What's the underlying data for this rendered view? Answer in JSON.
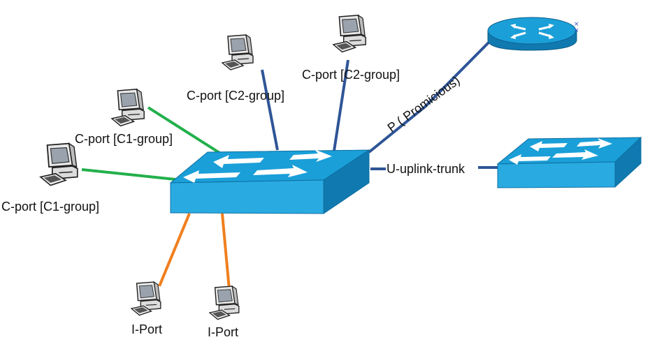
{
  "nodes": {
    "pc_c2_left": {
      "label": "C-port [C2-group]",
      "icon": "desktop-computer-icon"
    },
    "pc_c2_right": {
      "label": "C-port [C2-group]",
      "icon": "desktop-computer-icon"
    },
    "pc_c1_upper": {
      "label": "C-port [C1-group]",
      "icon": "desktop-computer-icon"
    },
    "pc_c1_lower": {
      "label": "C-port [C1-group]",
      "icon": "desktop-computer-icon"
    },
    "pc_i_left": {
      "label": "I-Port",
      "icon": "desktop-computer-icon"
    },
    "pc_i_right": {
      "label": "I-Port",
      "icon": "desktop-computer-icon"
    },
    "router": {
      "icon": "router-icon"
    },
    "main_switch": {
      "icon": "switch-icon"
    },
    "uplink_switch": {
      "icon": "switch-icon"
    }
  },
  "links": {
    "promiscuous": {
      "label": "P ( Promicious)"
    },
    "uplink": {
      "label": "U-uplink-trunk"
    }
  },
  "colors": {
    "switch_top": "#1a9fd8",
    "switch_front": "#29abe2",
    "switch_side": "#1079b0",
    "c2_link": "#2f5597",
    "c1_link": "#22b04b",
    "i_link": "#f07f1e",
    "router_link": "#2f5597"
  }
}
